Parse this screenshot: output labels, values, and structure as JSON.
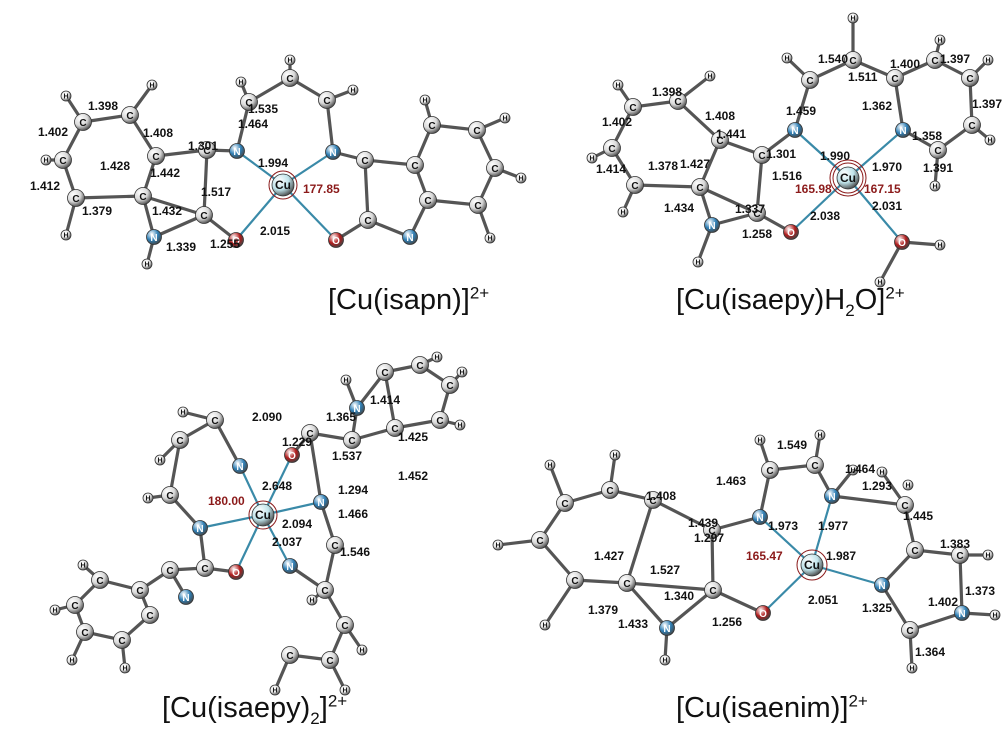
{
  "panels": [
    {
      "id": "isapn",
      "title": {
        "main": "[Cu(isapn)]",
        "charge": "2+"
      },
      "angle_labels": [
        "177.85"
      ],
      "bond_labels": [
        "1.398",
        "1.408",
        "1.402",
        "1.428",
        "1.442",
        "1.412",
        "1.379",
        "1.432",
        "1.339",
        "1.301",
        "1.464",
        "1.535",
        "1.994",
        "1.517",
        "1.255",
        "2.015"
      ]
    },
    {
      "id": "isaepyH2O",
      "title": {
        "main": "[Cu(isaepy)H",
        "sub": "2",
        "tail": "O]",
        "charge": "2+"
      },
      "angle_labels": [
        "165.98",
        "167.15"
      ],
      "bond_labels": [
        "1.398",
        "1.408",
        "1.402",
        "1.441",
        "1.414",
        "1.378",
        "1.427",
        "1.434",
        "1.301",
        "1.337",
        "1.516",
        "1.258",
        "1.459",
        "1.540",
        "1.511",
        "1.400",
        "1.397",
        "1.397",
        "1.362",
        "1.358",
        "1.391",
        "1.990",
        "1.970",
        "2.038",
        "2.031"
      ]
    },
    {
      "id": "isaepy2",
      "title": {
        "main": "[Cu(isaepy)",
        "sub": "2",
        "tail": "]",
        "charge": "2+"
      },
      "angle_labels": [
        "180.00"
      ],
      "bond_labels": [
        "2.090",
        "1.229",
        "1.365",
        "1.414",
        "1.425",
        "1.537",
        "2.648",
        "1.294",
        "1.452",
        "2.094",
        "1.466",
        "2.037",
        "1.546"
      ]
    },
    {
      "id": "isaenim",
      "title": {
        "main": "[Cu(isaenim)]",
        "charge": "2+"
      },
      "angle_labels": [
        "165.47"
      ],
      "bond_labels": [
        "1.549",
        "1.463",
        "1.464",
        "1.293",
        "1.408",
        "1.439",
        "1.973",
        "1.977",
        "1.445",
        "1.297",
        "1.427",
        "1.527",
        "1.987",
        "1.383",
        "1.402",
        "1.379",
        "1.340",
        "1.433",
        "2.051",
        "1.325",
        "1.373",
        "1.256",
        "1.364"
      ]
    }
  ],
  "atom_labels": {
    "carbon": "C",
    "hydrogen": "H",
    "copper": "Cu",
    "nitrogen": "N",
    "oxygen": "O"
  },
  "colors": {
    "carbon": "#d9d9d9",
    "hydrogen": "#e8e8e8",
    "copper": "#bfe3ea",
    "nitrogen": "#2f7fb5",
    "oxygen": "#b01c1c",
    "bond": "#555555",
    "metal_bond": "#3a8aa8",
    "angle": "#8b1a1a",
    "bond_label": "#111111"
  }
}
